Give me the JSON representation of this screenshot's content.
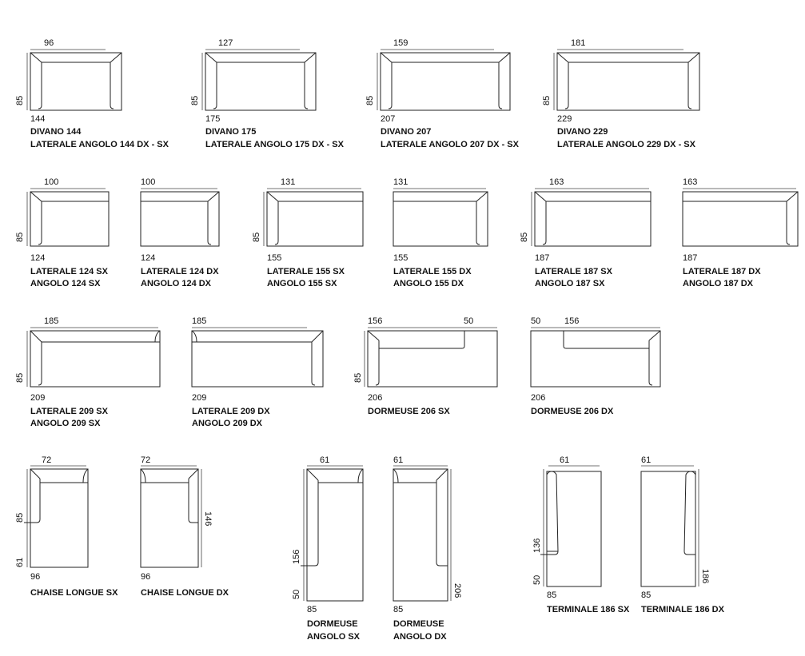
{
  "modules": [
    {
      "id": "divano-144",
      "top": "96",
      "left": "85",
      "bottom": "144",
      "line1": "DIVANO 144",
      "line2": "LATERALE ANGOLO 144 DX - SX"
    },
    {
      "id": "divano-175",
      "top": "127",
      "left": "85",
      "bottom": "175",
      "line1": "DIVANO 175",
      "line2": "LATERALE ANGOLO 175 DX - SX"
    },
    {
      "id": "divano-207",
      "top": "159",
      "left": "85",
      "bottom": "207",
      "line1": "DIVANO 207",
      "line2": "LATERALE ANGOLO 207 DX - SX"
    },
    {
      "id": "divano-229",
      "top": "181",
      "left": "85",
      "bottom": "229",
      "line1": "DIVANO 229",
      "line2": "LATERALE ANGOLO 229 DX - SX"
    },
    {
      "id": "laterale-124-sx",
      "top": "100",
      "left": "85",
      "bottom": "124",
      "line1": "LATERALE 124 SX",
      "line2": "ANGOLO 124 SX"
    },
    {
      "id": "laterale-124-dx",
      "top": "100",
      "bottom": "124",
      "line1": "LATERALE 124 DX",
      "line2": "ANGOLO 124 DX"
    },
    {
      "id": "laterale-155-sx",
      "top": "131",
      "left": "85",
      "bottom": "155",
      "line1": "LATERALE 155 SX",
      "line2": "ANGOLO 155 SX"
    },
    {
      "id": "laterale-155-dx",
      "top": "131",
      "bottom": "155",
      "line1": "LATERALE 155 DX",
      "line2": "ANGOLO 155 DX"
    },
    {
      "id": "laterale-187-sx",
      "top": "163",
      "left": "85",
      "bottom": "187",
      "line1": "LATERALE 187 SX",
      "line2": "ANGOLO 187 SX"
    },
    {
      "id": "laterale-187-dx",
      "top": "163",
      "bottom": "187",
      "line1": "LATERALE 187 DX",
      "line2": "ANGOLO 187 DX"
    },
    {
      "id": "laterale-209-sx",
      "top": "185",
      "left": "85",
      "bottom": "209",
      "line1": "LATERALE 209 SX",
      "line2": "ANGOLO 209 SX"
    },
    {
      "id": "laterale-209-dx",
      "top": "185",
      "bottom": "209",
      "line1": "LATERALE 209 DX",
      "line2": "ANGOLO 209 DX"
    },
    {
      "id": "dormeuse-206-sx",
      "top": "156",
      "top2": "50",
      "left": "85",
      "bottom": "206",
      "line1": "DORMEUSE 206 SX"
    },
    {
      "id": "dormeuse-206-dx",
      "top": "50",
      "top2": "156",
      "bottom": "206",
      "line1": "DORMEUSE 206 DX"
    },
    {
      "id": "chaise-sx",
      "top": "72",
      "left": "85",
      "left2": "61",
      "bottom": "96",
      "line1": "CHAISE LONGUE SX"
    },
    {
      "id": "chaise-dx",
      "top": "72",
      "right": "146",
      "bottom": "96",
      "line1": "CHAISE LONGUE DX"
    },
    {
      "id": "dormeuse-angolo-sx",
      "top": "61",
      "left": "156",
      "left2": "50",
      "bottom": "85",
      "line1": "DORMEUSE",
      "line2": "ANGOLO SX"
    },
    {
      "id": "dormeuse-angolo-dx",
      "top": "61",
      "right": "206",
      "bottom": "85",
      "line1": "DORMEUSE",
      "line2": "ANGOLO DX"
    },
    {
      "id": "terminale-186-sx",
      "top": "61",
      "left": "136",
      "left2": "50",
      "bottom": "85",
      "line1": "TERMINALE 186 SX"
    },
    {
      "id": "terminale-186-dx",
      "top": "61",
      "right": "186",
      "bottom": "85",
      "line1": "TERMINALE 186 DX"
    }
  ]
}
